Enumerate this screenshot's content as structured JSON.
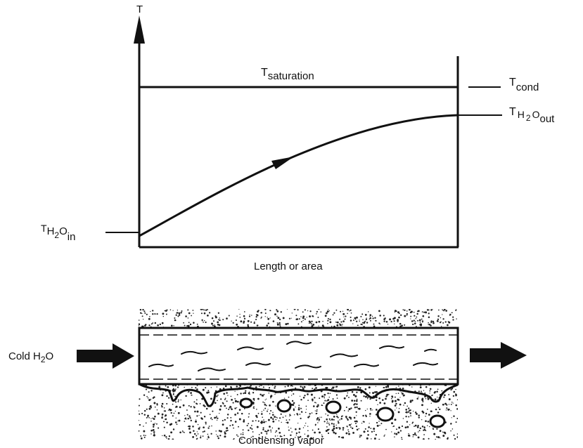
{
  "graph": {
    "y_axis_label": "T",
    "x_axis_label": "Length or area",
    "saturation_label": {
      "base": "T",
      "sub": "saturation"
    },
    "cond_label": {
      "base": "T",
      "sub": "cond"
    },
    "water_out_label": {
      "base": "T",
      "h": "H",
      "two": "2",
      "o": "O",
      "sub": "out"
    },
    "water_in_label": {
      "base": "T",
      "h": "H",
      "two": "2",
      "o": "O",
      "sub": "in"
    }
  },
  "exchanger": {
    "inlet_label": "Cold H",
    "inlet_label_sub": "2",
    "inlet_label_end": "O",
    "vapor_label": "Condensing vapor"
  }
}
